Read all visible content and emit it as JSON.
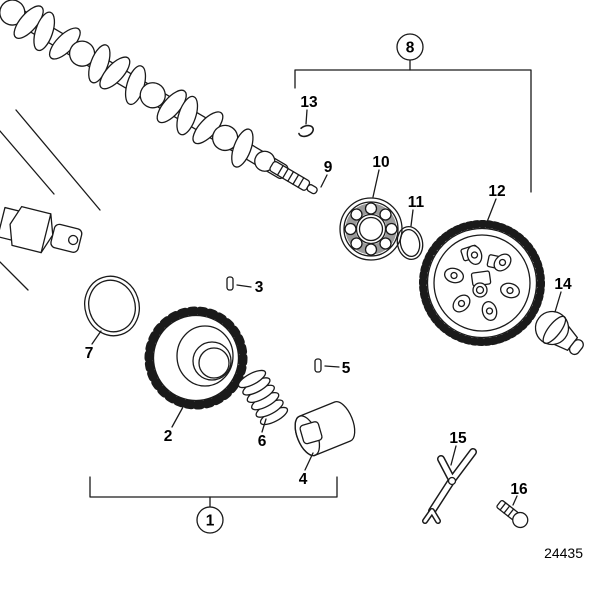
{
  "figure": {
    "drawing_number": "24435"
  },
  "callouts": {
    "c1": "1",
    "c2": "2",
    "c3": "3",
    "c4": "4",
    "c5": "5",
    "c6": "6",
    "c7": "7",
    "c8": "8",
    "c9": "9",
    "c10": "10",
    "c11": "11",
    "c12": "12",
    "c13": "13",
    "c14": "14",
    "c15": "15",
    "c16": "16"
  },
  "colors": {
    "line": "#1a1a1a",
    "background": "#ffffff",
    "bearing_cage": "#9a9a9a"
  }
}
